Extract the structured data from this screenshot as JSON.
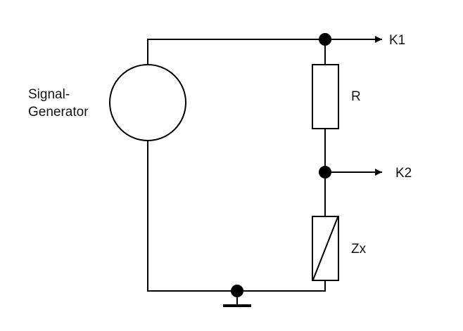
{
  "diagram": {
    "type": "circuit-schematic",
    "labels": {
      "generator_line1": "Signal-",
      "generator_line2": "Generator",
      "resistor": "R",
      "unknown_impedance": "Zx",
      "probe_1": "K1",
      "probe_2": "K2"
    },
    "components": [
      {
        "id": "signal-generator",
        "kind": "ac-source",
        "label": "Signal-Generator"
      },
      {
        "id": "resistor",
        "kind": "resistor",
        "label": "R"
      },
      {
        "id": "unknown-impedance",
        "kind": "impedance",
        "label": "Zx"
      }
    ],
    "nodes": [
      {
        "id": "node-k1",
        "output": "K1"
      },
      {
        "id": "node-k2",
        "output": "K2"
      },
      {
        "id": "node-ground",
        "output": "ground"
      }
    ],
    "connections": [
      [
        "signal-generator",
        "node-k1"
      ],
      [
        "node-k1",
        "resistor"
      ],
      [
        "resistor",
        "node-k2"
      ],
      [
        "node-k2",
        "unknown-impedance"
      ],
      [
        "unknown-impedance",
        "node-ground"
      ],
      [
        "node-ground",
        "signal-generator"
      ]
    ]
  }
}
